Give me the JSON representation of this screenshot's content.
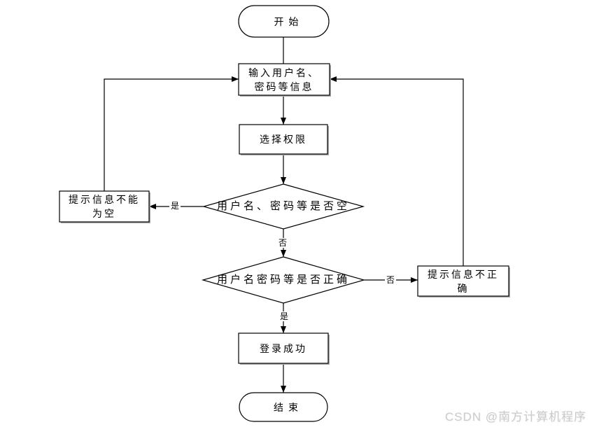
{
  "flowchart": {
    "nodes": {
      "start": {
        "type": "terminator",
        "label": "开始"
      },
      "input_info": {
        "type": "process",
        "line1": "输入用户名、",
        "line2": "密码等信息"
      },
      "select_permission": {
        "type": "process",
        "label": "选择权限"
      },
      "check_empty": {
        "type": "decision",
        "label": "用户名、密码等是否空"
      },
      "prompt_empty": {
        "type": "process",
        "line1": "提示信息不能",
        "line2": "为空"
      },
      "check_correct": {
        "type": "decision",
        "label": "用户名密码等是否正确"
      },
      "prompt_incorrect": {
        "type": "process",
        "line1": "提示信息不正",
        "line2": "确"
      },
      "login_success": {
        "type": "process",
        "label": "登录成功"
      },
      "end": {
        "type": "terminator",
        "label": "结束"
      }
    },
    "edge_labels": {
      "empty_yes": "是",
      "empty_no": "否",
      "correct_no": "否",
      "correct_yes": "是"
    }
  },
  "watermark": {
    "text": "CSDN @南方计算机程序",
    "color": "#cbcbcb"
  },
  "colors": {
    "background": "#ffffff",
    "line": "#000000",
    "node_fill": "#ffffff",
    "node_stroke": "#000000",
    "shadow": "#a9a9a9"
  }
}
